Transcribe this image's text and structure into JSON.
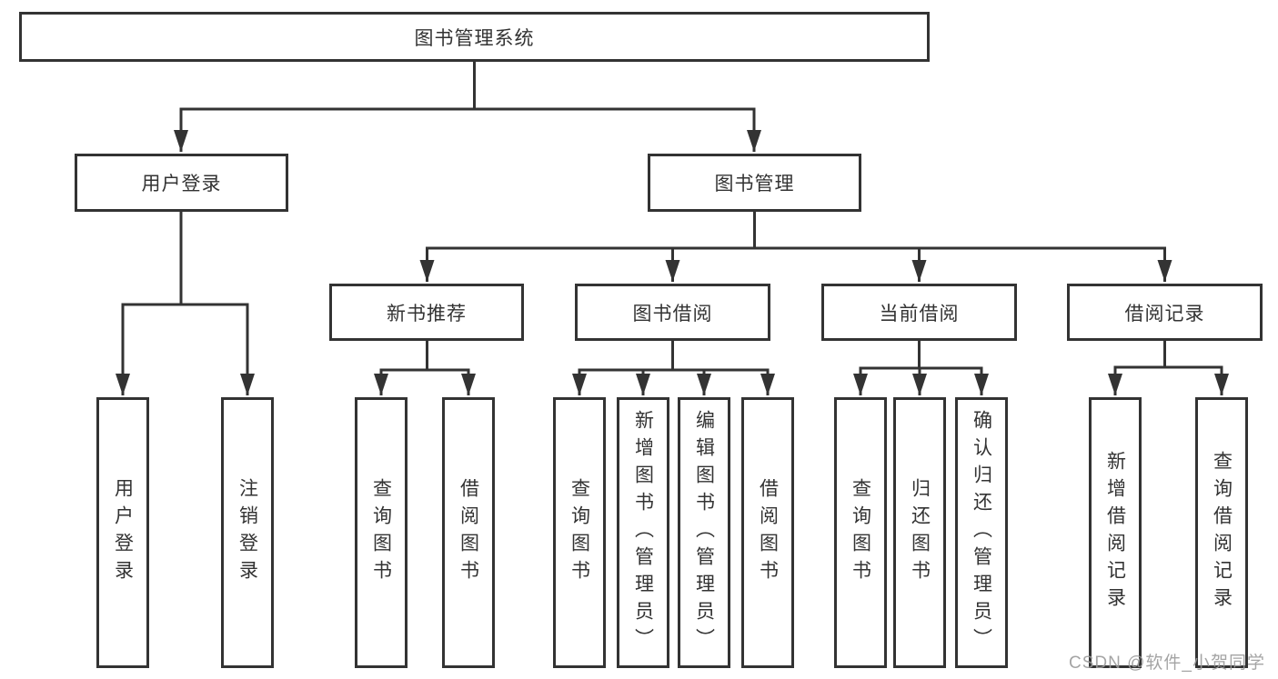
{
  "diagram_title": "图书管理系统",
  "tree": {
    "root": {
      "label": "图书管理系统"
    },
    "branches": [
      {
        "label": "用户登录",
        "children": [
          {
            "label": "用户登录"
          },
          {
            "label": "注销登录"
          }
        ]
      },
      {
        "label": "图书管理",
        "children": [
          {
            "label": "新书推荐",
            "children": [
              {
                "label": "查询图书"
              },
              {
                "label": "借阅图书"
              }
            ]
          },
          {
            "label": "图书借阅",
            "children": [
              {
                "label": "查询图书"
              },
              {
                "label": "新增图书（管理员）"
              },
              {
                "label": "编辑图书（管理员）"
              },
              {
                "label": "借阅图书"
              }
            ]
          },
          {
            "label": "当前借阅",
            "children": [
              {
                "label": "查询图书"
              },
              {
                "label": "归还图书"
              },
              {
                "label": "确认归还（管理员）"
              }
            ]
          },
          {
            "label": "借阅记录",
            "children": [
              {
                "label": "新增借阅记录"
              },
              {
                "label": "查询借阅记录"
              }
            ]
          }
        ]
      }
    ]
  },
  "watermark": {
    "text": "CSDN @软件_小贺同学"
  },
  "colors": {
    "line": "#333333",
    "text": "#333333",
    "watermark": "#9b9b9b",
    "background": "#ffffff"
  }
}
